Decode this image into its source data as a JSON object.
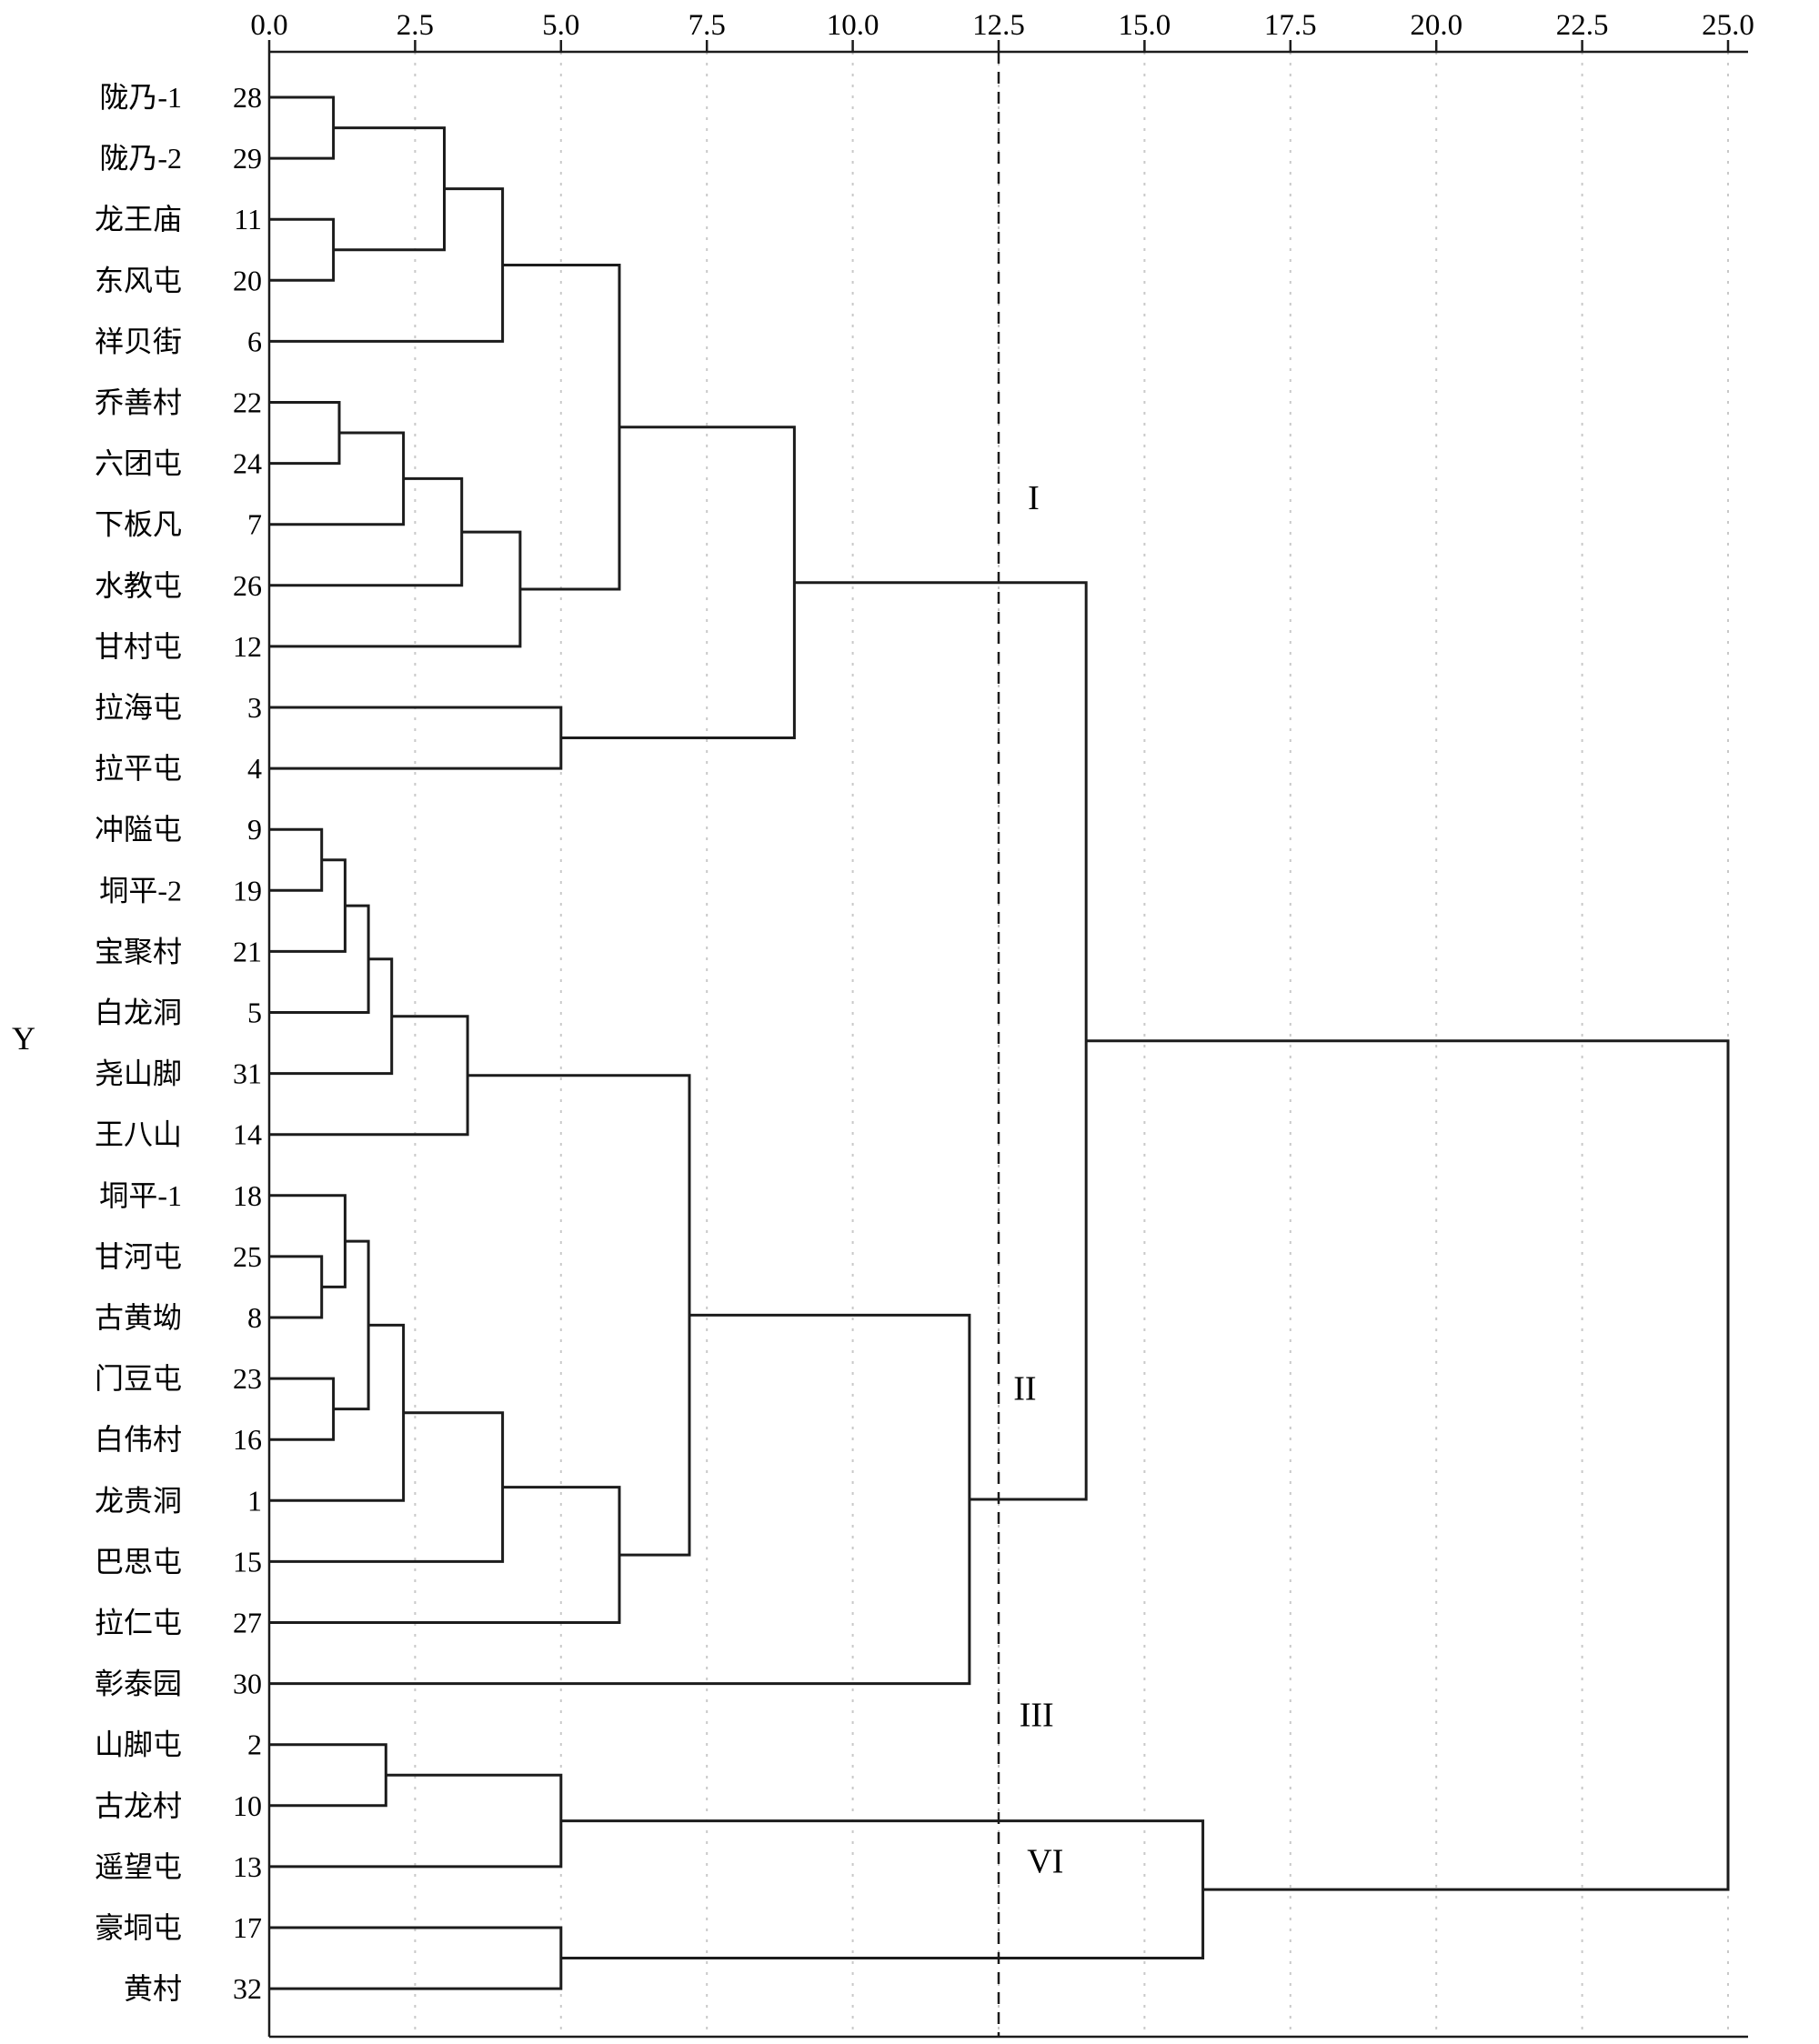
{
  "chart_data": {
    "type": "dendrogram",
    "orientation": "horizontal",
    "title": "",
    "y_axis_label": "Y",
    "x_axis": {
      "min": 0,
      "max": 25,
      "position": "top",
      "grid": "dashed",
      "ticks": [
        0,
        2.5,
        5,
        7.5,
        10,
        12.5,
        15,
        17.5,
        20,
        22.5,
        25
      ],
      "tick_labels": [
        "0.0",
        "2.5",
        "5.0",
        "7.5",
        "10.0",
        "12.5",
        "15.0",
        "17.5",
        "20.0",
        "22.5",
        "25.0"
      ]
    },
    "leaves": [
      {
        "name": "陇乃-1",
        "id": "28"
      },
      {
        "name": "陇乃-2",
        "id": "29"
      },
      {
        "name": "龙王庙",
        "id": "11"
      },
      {
        "name": "东风屯",
        "id": "20"
      },
      {
        "name": "祥贝街",
        "id": "6"
      },
      {
        "name": "乔善村",
        "id": "22"
      },
      {
        "name": "六团屯",
        "id": "24"
      },
      {
        "name": "下板凡",
        "id": "7"
      },
      {
        "name": "水教屯",
        "id": "26"
      },
      {
        "name": "甘村屯",
        "id": "12"
      },
      {
        "name": "拉海屯",
        "id": "3"
      },
      {
        "name": "拉平屯",
        "id": "4"
      },
      {
        "name": "冲隘屯",
        "id": "9"
      },
      {
        "name": "垌平-2",
        "id": "19"
      },
      {
        "name": "宝聚村",
        "id": "21"
      },
      {
        "name": "白龙洞",
        "id": "5"
      },
      {
        "name": "尧山脚",
        "id": "31"
      },
      {
        "name": "王八山",
        "id": "14"
      },
      {
        "name": "垌平-1",
        "id": "18"
      },
      {
        "name": "甘河屯",
        "id": "25"
      },
      {
        "name": "古黄坳",
        "id": "8"
      },
      {
        "name": "门豆屯",
        "id": "23"
      },
      {
        "name": "白伟村",
        "id": "16"
      },
      {
        "name": "龙贵洞",
        "id": "1"
      },
      {
        "name": "巴思屯",
        "id": "15"
      },
      {
        "name": "拉仁屯",
        "id": "27"
      },
      {
        "name": "彰泰园",
        "id": "30"
      },
      {
        "name": "山脚屯",
        "id": "2"
      },
      {
        "name": "古龙村",
        "id": "10"
      },
      {
        "name": "遥望屯",
        "id": "13"
      },
      {
        "name": "豪垌屯",
        "id": "17"
      },
      {
        "name": "黄村",
        "id": "32"
      }
    ],
    "merges": [
      {
        "a": "L0",
        "b": "L1",
        "h": 1.1
      },
      {
        "a": "L2",
        "b": "L3",
        "h": 1.1
      },
      {
        "a": "M0",
        "b": "M1",
        "h": 3.0
      },
      {
        "a": "M2",
        "b": "L4",
        "h": 4.0
      },
      {
        "a": "L5",
        "b": "L6",
        "h": 1.2
      },
      {
        "a": "M4",
        "b": "L7",
        "h": 2.3
      },
      {
        "a": "M5",
        "b": "L8",
        "h": 3.3
      },
      {
        "a": "M6",
        "b": "L9",
        "h": 4.3
      },
      {
        "a": "M3",
        "b": "M7",
        "h": 6.0
      },
      {
        "a": "L10",
        "b": "L11",
        "h": 5.0
      },
      {
        "a": "M8",
        "b": "M9",
        "h": 9.0
      },
      {
        "a": "L12",
        "b": "L13",
        "h": 0.9
      },
      {
        "a": "M11",
        "b": "L14",
        "h": 1.3
      },
      {
        "a": "M12",
        "b": "L15",
        "h": 1.7
      },
      {
        "a": "M13",
        "b": "L16",
        "h": 2.1
      },
      {
        "a": "M14",
        "b": "L17",
        "h": 3.4
      },
      {
        "a": "L19",
        "b": "L20",
        "h": 0.9
      },
      {
        "a": "L18",
        "b": "M16",
        "h": 1.3
      },
      {
        "a": "L21",
        "b": "L22",
        "h": 1.1
      },
      {
        "a": "M17",
        "b": "M18",
        "h": 1.7
      },
      {
        "a": "M19",
        "b": "L23",
        "h": 2.3
      },
      {
        "a": "M20",
        "b": "L24",
        "h": 4.0
      },
      {
        "a": "M21",
        "b": "L25",
        "h": 6.0
      },
      {
        "a": "M15",
        "b": "M22",
        "h": 7.2
      },
      {
        "a": "M23",
        "b": "L26",
        "h": 12.0
      },
      {
        "a": "M10",
        "b": "M24",
        "h": 14.0
      },
      {
        "a": "L27",
        "b": "L28",
        "h": 2.0
      },
      {
        "a": "M26",
        "b": "L29",
        "h": 5.0
      },
      {
        "a": "L30",
        "b": "L31",
        "h": 5.0
      },
      {
        "a": "M27",
        "b": "M28",
        "h": 16.0
      },
      {
        "a": "M25",
        "b": "M29",
        "h": 25.0
      }
    ],
    "reference_line": {
      "x": 12.5,
      "style": "dashed"
    },
    "cluster_labels": [
      {
        "text": "I",
        "x": 13.1,
        "row": 7.75
      },
      {
        "text": "II",
        "x": 12.95,
        "row": 22.35
      },
      {
        "text": "III",
        "x": 13.15,
        "row": 27.7
      },
      {
        "text": "VI",
        "x": 13.3,
        "row": 30.1
      }
    ],
    "clusters": [
      {
        "label": "I",
        "member_ids": [
          28,
          29,
          11,
          20,
          6,
          22,
          24,
          7,
          26,
          12,
          3,
          4
        ]
      },
      {
        "label": "II",
        "member_ids": [
          9,
          19,
          21,
          5,
          31,
          14,
          18,
          25,
          8,
          23,
          16,
          1,
          15,
          27,
          30
        ]
      },
      {
        "label": "III",
        "member_ids": [
          2,
          10,
          13
        ]
      },
      {
        "label": "VI",
        "member_ids": [
          17,
          32
        ]
      }
    ],
    "colors": {
      "line": "#1c1c1c",
      "grid": "#c9c9c9",
      "text": "#000000",
      "background": "#ffffff"
    }
  }
}
